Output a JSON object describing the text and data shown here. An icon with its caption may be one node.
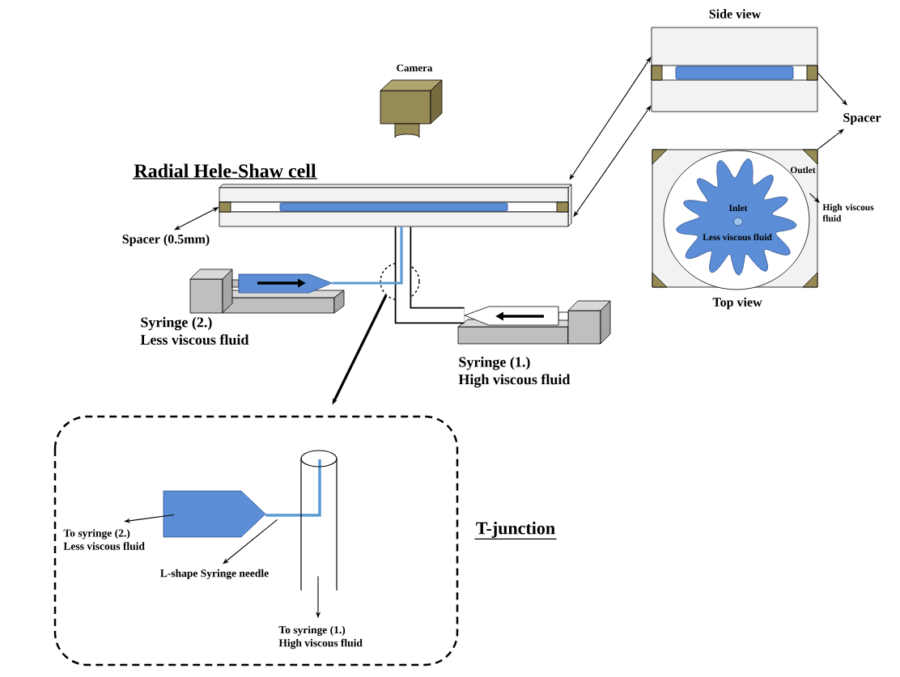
{
  "diagram": {
    "nodes": [
      {
        "text": [
          "Camera"
        ]
      },
      {
        "text": [
          "Radial Hele-Shaw cell"
        ]
      },
      {
        "text": [],
        "shape": "box",
        "in": 1
      },
      {
        "text": [
          "Spacer (0.5mm)"
        ]
      },
      {
        "text": [
          "Side view"
        ]
      },
      {
        "text": [],
        "shape": "box",
        "in": 4
      },
      {
        "text": [
          "Spacer"
        ]
      },
      {
        "text": [
          "Top view"
        ]
      },
      {
        "text": [],
        "shape": "triangle",
        "in": 7
      },
      {
        "text": [
          "Outlet"
        ],
        "in": 7
      },
      {
        "text": [
          "Inlet",
          "Less viscous fluid"
        ],
        "in": 9
      },
      {
        "text": [
          "High viscous fluid"
        ]
      },
      {
        "text": [
          "Syringe (2.)",
          "Less viscous fluid"
        ]
      },
      {
        "text": [
          "Syringe (1.)",
          "High viscous fluid"
        ]
      },
      {
        "text": [
          "T-junction"
        ]
      },
      {
        "text": [],
        "shape": "pentagon",
        "in": 14
      },
      {
        "text": [
          "To syringe (2.)",
          "Less viscous fluid"
        ],
        "in": 14
      },
      {
        "text": [],
        "shape": "bar",
        "in": 14
      },
      {
        "text": [
          "L-shape Syringe needle"
        ],
        "in": 14
      },
      {
        "text": [],
        "shape": "cylinder",
        "in": 14
      },
      {
        "text": [
          "To syringe (1.)",
          "High viscous fluid"
        ],
        "in": 14
      }
    ],
    "edges": [
      {
        "from": 1,
        "to": 4,
        "arrow": "both"
      },
      {
        "from": 1,
        "to": 4,
        "arrow": "both"
      },
      {
        "from": 2,
        "to": 3,
        "arrow": "both"
      },
      {
        "from": 5,
        "to": 6,
        "arrow": "to"
      },
      {
        "from": 8,
        "to": 6,
        "arrow": "to"
      },
      {
        "from": 9,
        "to": 11,
        "arrow": "to"
      },
      {
        "from": null,
        "to": 14,
        "arrow": "to",
        "style": "thick"
      },
      {
        "from": 15,
        "to": 16,
        "arrow": "to"
      },
      {
        "from": 17,
        "to": 18,
        "arrow": "to"
      },
      {
        "from": 19,
        "to": 20,
        "arrow": "to"
      },
      {
        "from": 13,
        "to": 1,
        "arrow": "none",
        "style": "thick"
      },
      {
        "from": 12,
        "to": 1,
        "arrow": "none",
        "style": "thick",
        "color": "#5b9bd5"
      }
    ]
  }
}
